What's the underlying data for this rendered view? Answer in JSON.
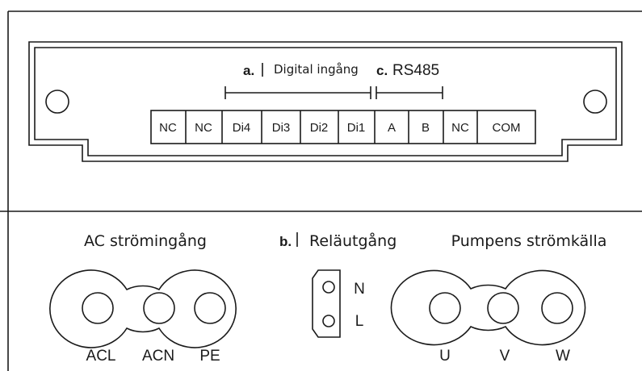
{
  "colors": {
    "line": "#1a1a1a",
    "background": "#ffffff"
  },
  "top_panel": {
    "group_labels": {
      "digital": {
        "letter": "a.",
        "text": "Digital ingång"
      },
      "rs485": {
        "letter": "c.",
        "text": "RS485"
      }
    },
    "terminals": [
      "NC",
      "NC",
      "Di4",
      "Di3",
      "Di2",
      "Di1",
      "A",
      "B",
      "NC",
      "COM"
    ]
  },
  "bottom_panel": {
    "ac_input": {
      "title": "AC strömingång",
      "pins": [
        "ACL",
        "ACN",
        "PE"
      ]
    },
    "relay_output": {
      "letter": "b.",
      "title": "Reläutgång",
      "pins": [
        "N",
        "L"
      ]
    },
    "pump_power": {
      "title": "Pumpens strömkälla",
      "pins": [
        "U",
        "V",
        "W"
      ]
    }
  }
}
